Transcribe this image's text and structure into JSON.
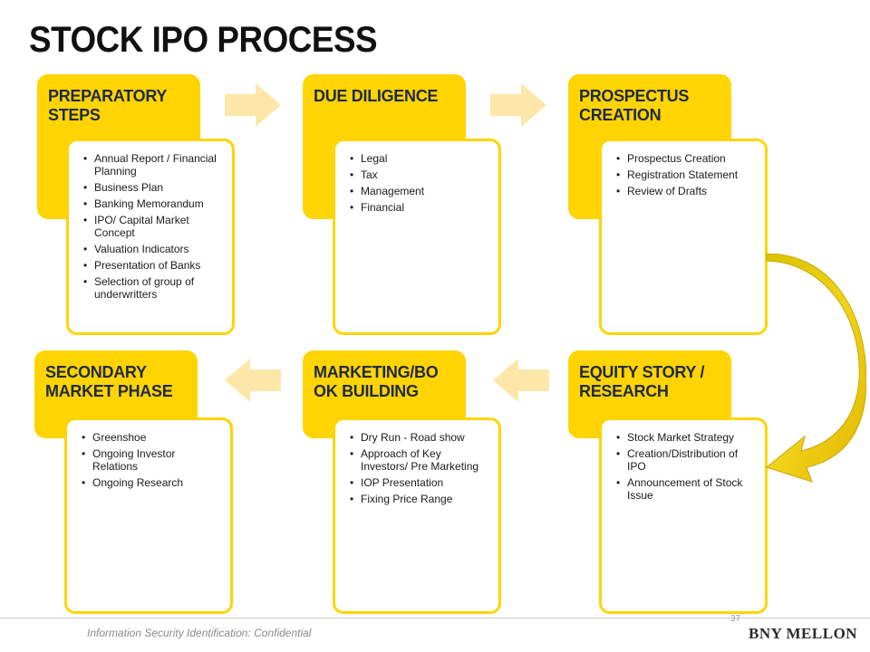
{
  "title": "STOCK IPO PROCESS",
  "steps": [
    {
      "heading": "PREPARATORY STEPS",
      "items": [
        "Annual Report / Financial Planning",
        "Business Plan",
        "Banking Memorandum",
        "IPO/ Capital Market Concept",
        "Valuation Indicators",
        "Presentation of Banks",
        "Selection of group of underwritters"
      ]
    },
    {
      "heading": "DUE DILIGENCE",
      "items": [
        "Legal",
        "Tax",
        "Management",
        "Financial"
      ]
    },
    {
      "heading": "PROSPECTUS CREATION",
      "items": [
        "Prospectus Creation",
        "Registration Statement",
        "Review of Drafts"
      ]
    },
    {
      "heading": "EQUITY STORY / RESEARCH",
      "items": [
        "Stock Market Strategy",
        "Creation/Distribution of IPO",
        "Announcement of Stock Issue"
      ]
    },
    {
      "heading": "MARKETING/BO OK BUILDING",
      "items": [
        "Dry Run - Road show",
        "Approach of Key Investors/ Pre Marketing",
        "IOP Presentation",
        "Fixing Price Range"
      ]
    },
    {
      "heading": "SECONDARY MARKET PHASE",
      "items": [
        "Greenshoe",
        "Ongoing Investor Relations",
        "Ongoing Research"
      ]
    }
  ],
  "colors": {
    "accent_yellow": "#ffd400",
    "arrow_light": "#fde7a8",
    "curve_arrow": "#e8c20a",
    "heading_text": "#1f2a44"
  },
  "footer": {
    "classification": "Information Security Identification: Confidential",
    "page_number": "37",
    "brand": "BNY MELLON"
  }
}
